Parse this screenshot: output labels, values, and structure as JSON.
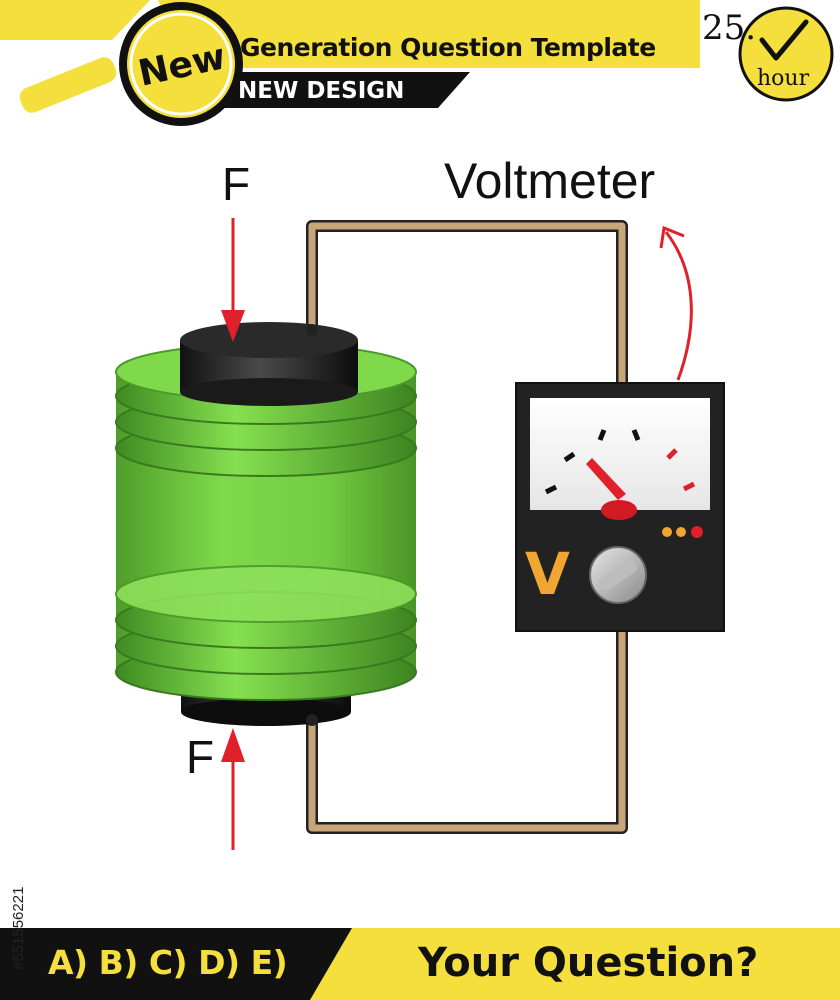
{
  "header": {
    "badge": "New",
    "title": "Generation Question Template",
    "subtitle": "NEW DESIGN",
    "timer_number": "25.",
    "timer_unit": "hour",
    "accent_color": "#f5df3c"
  },
  "diagram": {
    "voltmeter_label": "Voltmeter",
    "force_top_label": "F",
    "force_bottom_label": "F",
    "meter_symbol": "V",
    "crystal_color": "#6ec93a",
    "wire_color": "#c9a57a",
    "arrow_color": "#e0202a"
  },
  "footer": {
    "options": "A) B) C) D) E)",
    "question": "Your Question?"
  },
  "stock_id": "#551556221"
}
